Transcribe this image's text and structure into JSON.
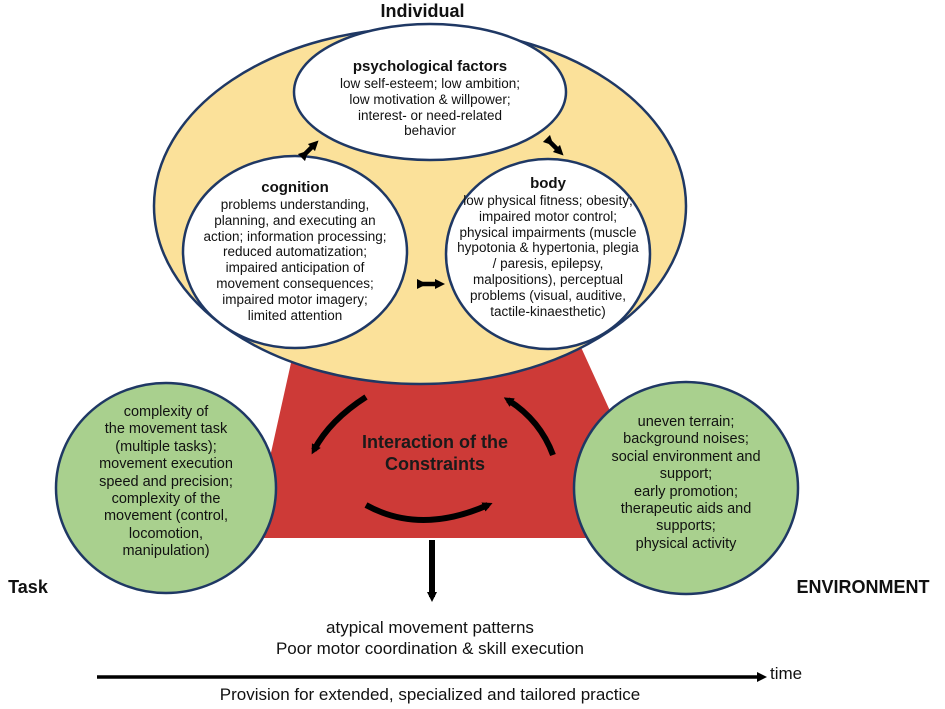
{
  "headers": {
    "individual": "Individual",
    "task": "Task",
    "environment": "ENVIRONMENT"
  },
  "psychological": {
    "title": "psychological factors",
    "lines": [
      "low self-esteem; low ambition;",
      "low motivation & willpower;",
      "interest- or need-related",
      "behavior"
    ]
  },
  "cognition": {
    "title": "cognition",
    "lines": [
      "problems understanding,",
      "planning, and executing an",
      "action; information processing;",
      "reduced automatization;",
      "impaired anticipation of",
      "movement consequences;",
      "impaired motor imagery;",
      "limited attention"
    ]
  },
  "body": {
    "title": "body",
    "lines": [
      "low physical fitness; obesity;",
      "impaired motor control;",
      "physical impairments (muscle",
      "hypotonia & hypertonia, plegia",
      "/ paresis, epilepsy,",
      "malpositions), perceptual",
      "problems (visual, auditive,",
      "tactile-kinaesthetic)"
    ]
  },
  "center": {
    "lines": [
      "Interaction of the",
      "Constraints"
    ]
  },
  "task": {
    "lines": [
      "complexity of",
      "the movement task",
      "(multiple tasks);",
      "movement execution",
      "speed and precision;",
      "complexity of the",
      "movement (control,",
      "locomotion,",
      "manipulation)"
    ]
  },
  "environment": {
    "lines": [
      "uneven terrain;",
      "background noises;",
      "social environment and",
      "support;",
      "early promotion;",
      "therapeutic aids and",
      "supports;",
      "physical activity"
    ]
  },
  "outcome": {
    "lines": [
      "atypical movement patterns",
      "Poor motor coordination & skill execution"
    ]
  },
  "timeline": {
    "label": "time",
    "caption": "Provision for extended, specialized and tailored practice"
  },
  "colors": {
    "individual_fill": "#fbe19a",
    "center_fill": "#cd3a37",
    "circle_fill": "#a9d08e",
    "outline": "#1f3864"
  }
}
